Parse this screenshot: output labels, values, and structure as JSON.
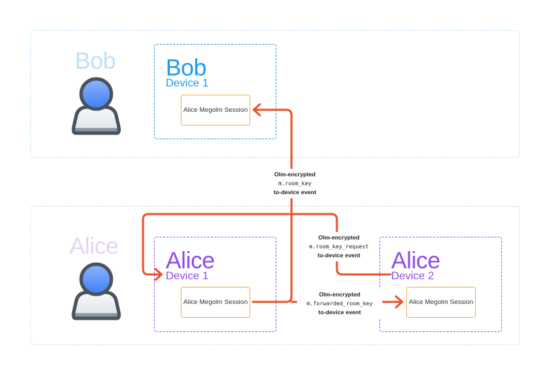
{
  "colors": {
    "arrow": "#e8532b",
    "bob": "#1e9bef",
    "bob_faint": "#bfe0f6",
    "alice": "#8e4bed",
    "alice_faint": "#e3d3f7",
    "session_border": "#f2b145"
  },
  "bob": {
    "user_label": "Bob",
    "device": {
      "title": "Bob",
      "subtitle": "Device 1",
      "session": "Alice Megolm Session"
    }
  },
  "alice": {
    "user_label": "Alice",
    "device1": {
      "title": "Alice",
      "subtitle": "Device 1",
      "session": "Alice Megolm Session"
    },
    "device2": {
      "title": "Alice",
      "subtitle": "Device 2",
      "session": "Alice Megolm Session"
    }
  },
  "events": {
    "room_key": {
      "line1": "Olm-encrypted",
      "line2": "m.room_key",
      "line3": "to-device event"
    },
    "room_key_request": {
      "line1": "Olm-encrypted",
      "line2": "m.room_key_request",
      "line3": "to-device event"
    },
    "forwarded_room_key": {
      "line1": "Olm-encrypted",
      "line2": "m.forwarded_room_key",
      "line3": "to-device event"
    }
  }
}
